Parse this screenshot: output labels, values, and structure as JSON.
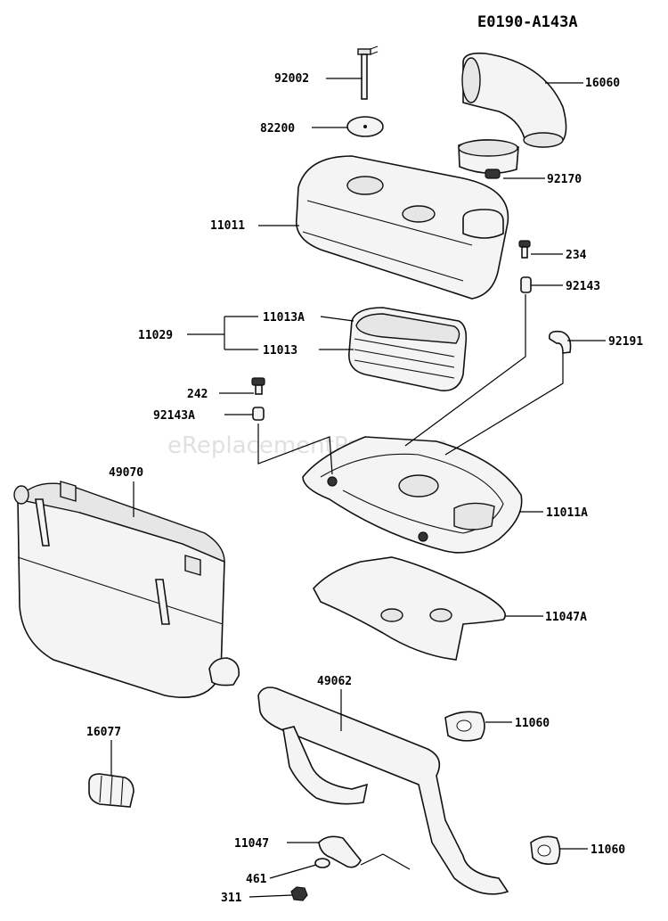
{
  "diagram_code": "E0190-A143A",
  "watermark": "eReplacementParts.com",
  "parts": {
    "p92002": "92002",
    "p82200": "82200",
    "p16060": "16060",
    "p92170": "92170",
    "p11011": "11011",
    "p234": "234",
    "p92143": "92143",
    "p11029": "11029",
    "p11013A": "11013A",
    "p11013": "11013",
    "p92191": "92191",
    "p242": "242",
    "p92143A": "92143A",
    "p49070": "49070",
    "p11011A": "11011A",
    "p11047A": "11047A",
    "p49062": "49062",
    "p11060a": "11060",
    "p16077": "16077",
    "p11047": "11047",
    "p461": "461",
    "p311": "311",
    "p11060b": "11060"
  }
}
